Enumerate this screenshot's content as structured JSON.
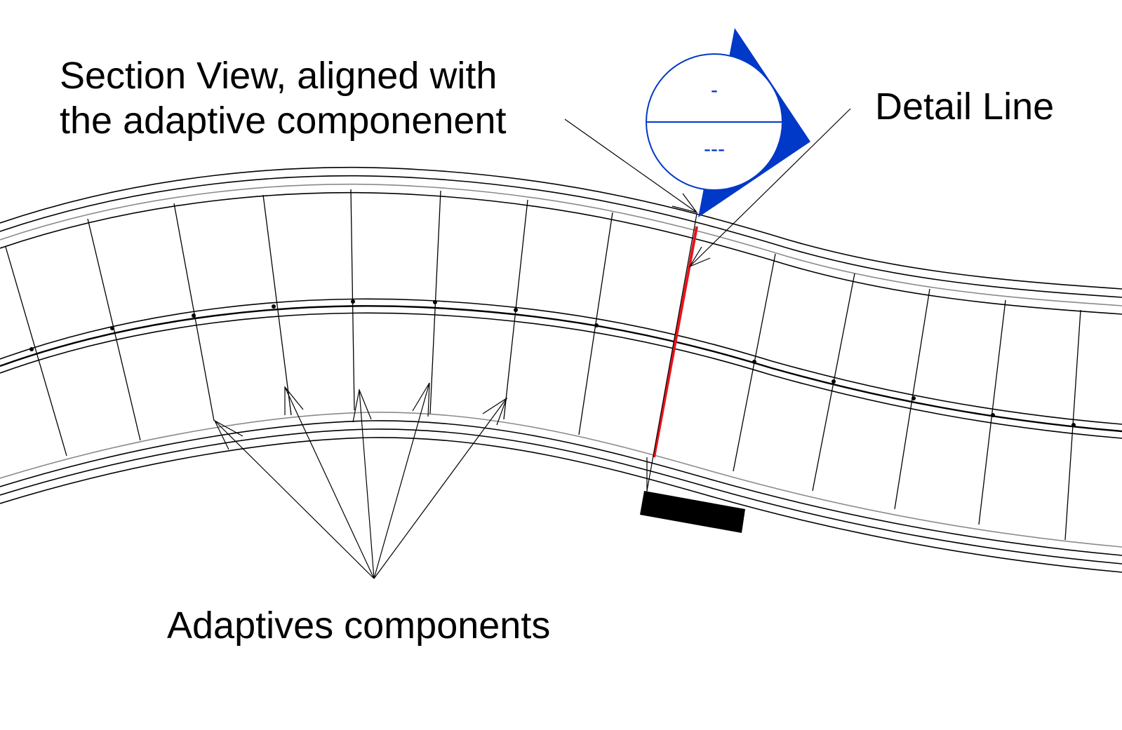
{
  "annotations": {
    "section_view": [
      "Section View, aligned with",
      "the adaptive componenent"
    ],
    "detail_line": "Detail Line",
    "adaptive_components": "Adaptives components"
  },
  "section_tag": {
    "top_text": "-",
    "bottom_text": "---"
  },
  "colors": {
    "section_marker": "#0038c8",
    "detail_line": "#e8131a",
    "drawing_lines": "#000000",
    "guide_lines": "#9a9a9a"
  }
}
